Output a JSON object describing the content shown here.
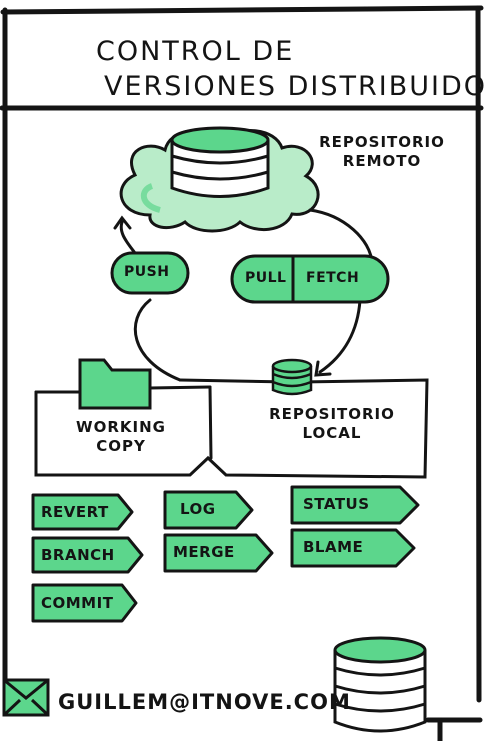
{
  "title": {
    "line1": "CONTROL DE",
    "line2": "VERSIONES DISTRIBUIDO"
  },
  "remote_repo": {
    "line1": "REPOSITORIO",
    "line2": "REMOTO"
  },
  "sync_actions": {
    "push": "PUSH",
    "pull": "PULL",
    "fetch": "FETCH"
  },
  "working_copy": {
    "line1": "WORKING",
    "line2": "COPY"
  },
  "local_repo": {
    "line1": "REPOSITORIO",
    "line2": "LOCAL"
  },
  "commands": {
    "revert": "REVERT",
    "branch": "BRANCH",
    "commit": "COMMIT",
    "log": "LOG",
    "merge": "MERGE",
    "status": "STATUS",
    "blame": "BLAME"
  },
  "footer": {
    "email": "GUILLEM@ITNOVE.COM"
  },
  "colors": {
    "accent_green": "#5cd68c",
    "ink": "#141414"
  },
  "icons": [
    "cloud-icon",
    "database-icon",
    "folder-icon",
    "envelope-icon"
  ]
}
